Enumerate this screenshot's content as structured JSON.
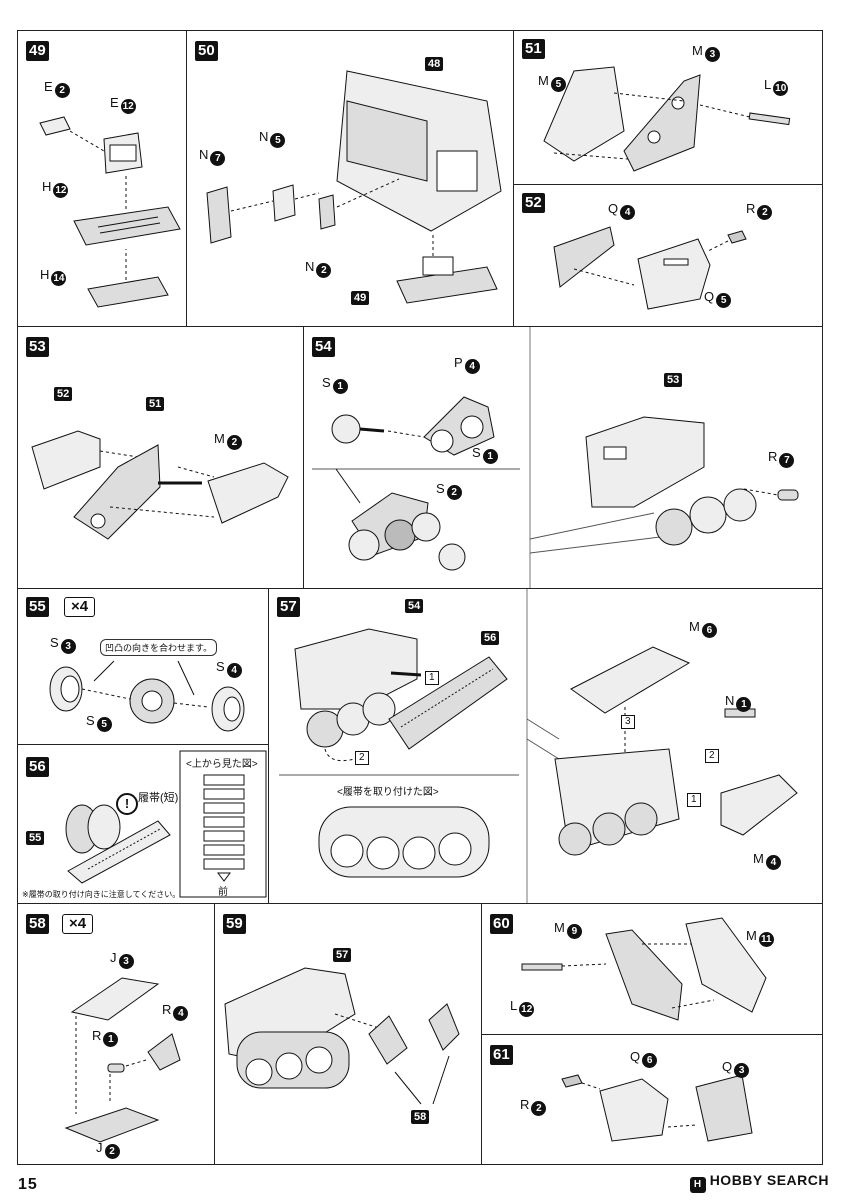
{
  "footer": {
    "page_number": "15",
    "brand_mark": "H",
    "brand": "HOBBY SEARCH"
  },
  "steps": {
    "s49": {
      "step": "49",
      "labels": [
        "E",
        "2",
        "E",
        "12",
        "H",
        "12",
        "H",
        "14"
      ]
    },
    "s50": {
      "step": "50",
      "labels": [
        "N",
        "7",
        "N",
        "5",
        "N",
        "2"
      ],
      "ref": "48",
      "ref2": "49"
    },
    "s51": {
      "step": "51",
      "labels": [
        "M",
        "5",
        "M",
        "3",
        "L",
        "10"
      ]
    },
    "s52": {
      "step": "52",
      "labels": [
        "Q",
        "4",
        "R",
        "2",
        "Q",
        "5"
      ]
    },
    "s53": {
      "step": "53",
      "ref_a": "52",
      "ref_b": "51",
      "labels": [
        "M",
        "2"
      ]
    },
    "s54": {
      "step": "54",
      "labels": [
        "S",
        "1",
        "P",
        "4",
        "S",
        "1",
        "S",
        "2",
        "R",
        "7"
      ],
      "ref": "53"
    },
    "s55": {
      "step": "55",
      "mult": "×4",
      "note": "凹凸の向きを合わせます。",
      "labels": [
        "S",
        "3",
        "S",
        "4",
        "S",
        "5"
      ]
    },
    "s56": {
      "step": "56",
      "ref": "55",
      "belt": "履帯(短)",
      "top_view": "<上から見た図>",
      "front": "前",
      "warning": "※履帯の取り付け向きに注意してください。",
      "alert": "!"
    },
    "s57": {
      "step": "57",
      "ref_a": "54",
      "ref_b": "56",
      "n1": "1",
      "n2": "2",
      "n3": "3",
      "attached": "<履帯を取り付けた図>",
      "labels": [
        "M",
        "6",
        "N",
        "1",
        "M",
        "4"
      ]
    },
    "s58": {
      "step": "58",
      "mult": "×4",
      "labels": [
        "J",
        "3",
        "R",
        "4",
        "R",
        "1",
        "J",
        "2"
      ]
    },
    "s59": {
      "step": "59",
      "ref_a": "57",
      "ref_b": "58"
    },
    "s60": {
      "step": "60",
      "labels": [
        "M",
        "9",
        "M",
        "11",
        "L",
        "12"
      ]
    },
    "s61": {
      "step": "61",
      "labels": [
        "Q",
        "6",
        "Q",
        "3",
        "R",
        "2"
      ]
    }
  }
}
